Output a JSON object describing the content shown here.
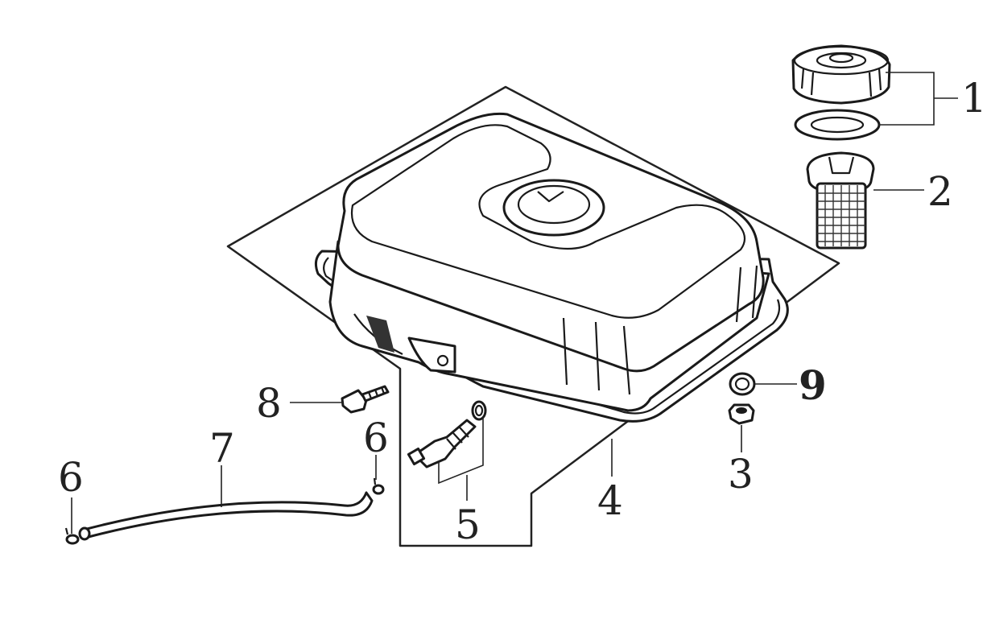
{
  "callouts": {
    "c1": "1",
    "c2": "2",
    "c3": "3",
    "c4": "4",
    "c5": "5",
    "c6a": "6",
    "c6b": "6",
    "c7": "7",
    "c8": "8",
    "c9": "9"
  },
  "colors": {
    "ink": "#1a1a1a",
    "paper": "#ffffff"
  }
}
